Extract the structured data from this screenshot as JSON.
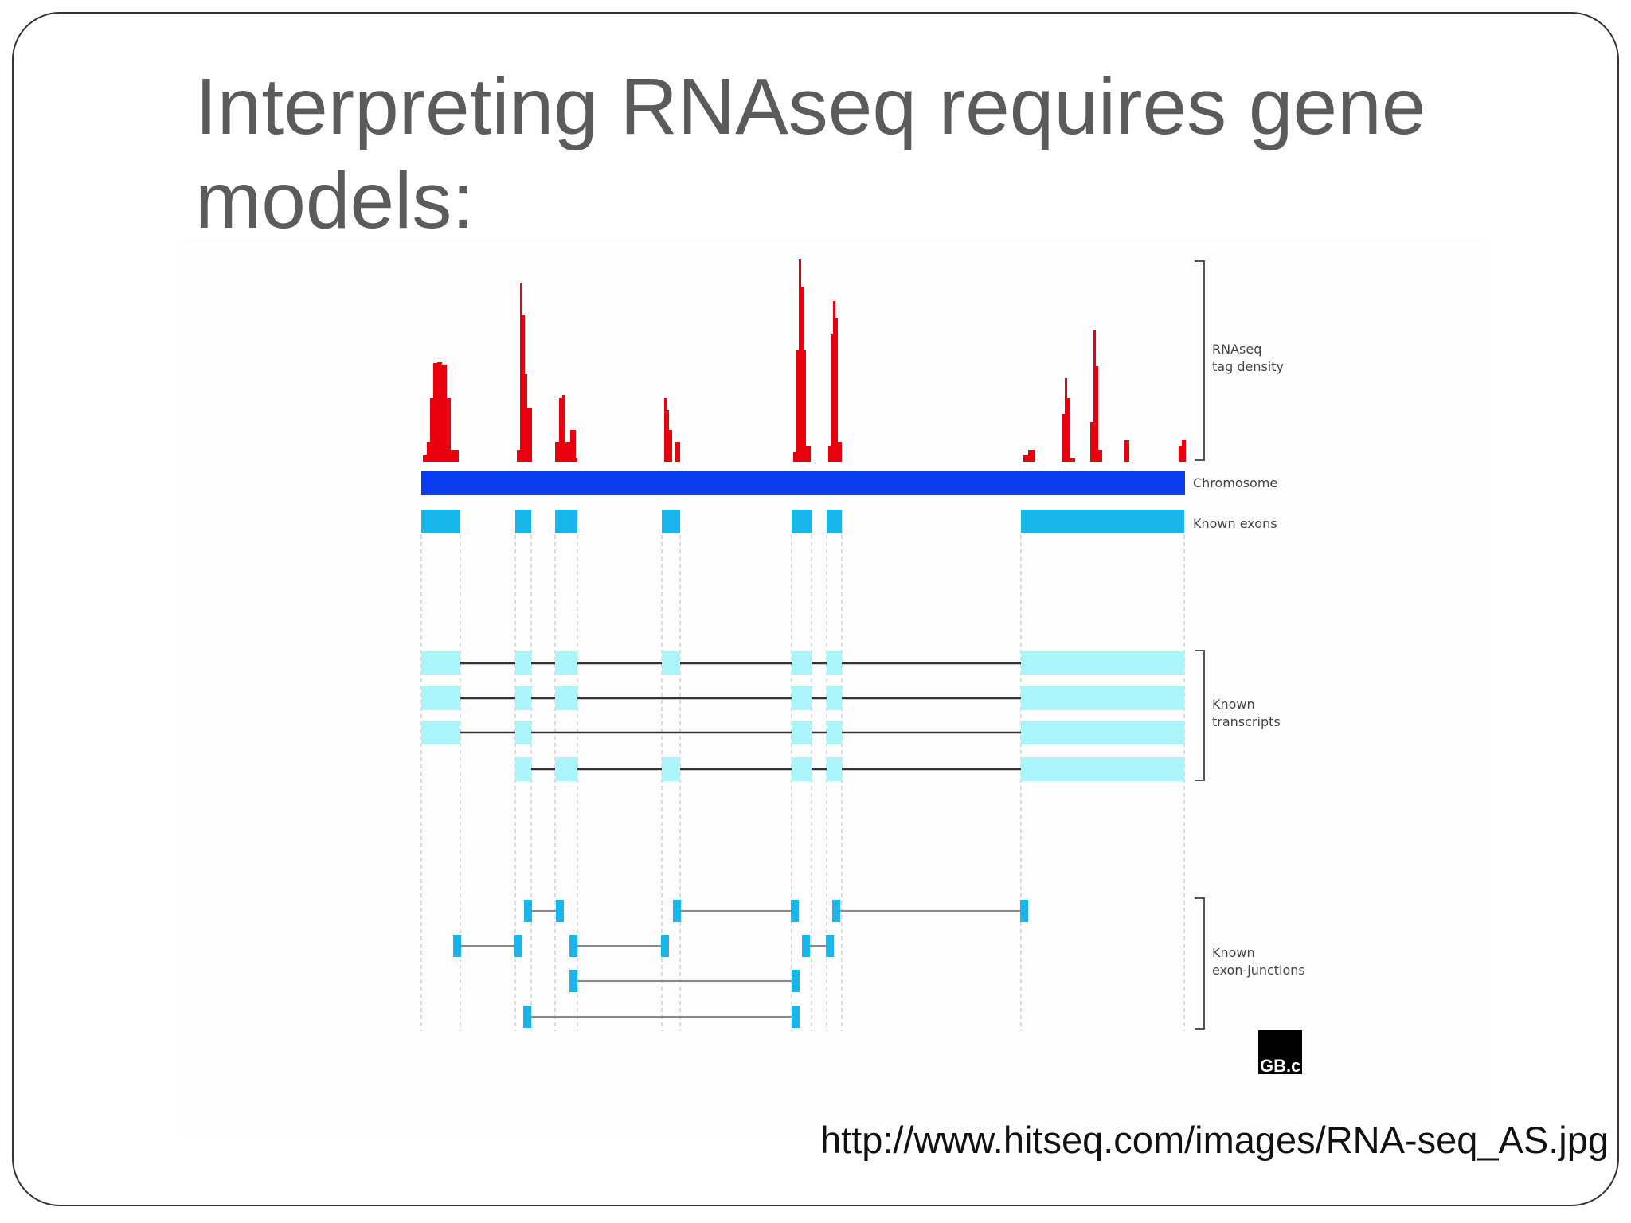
{
  "slide": {
    "title": "Interpreting RNAseq requires gene models:",
    "url": "http://www.hitseq.com/images/RNA-seq_AS.jpg"
  },
  "figure": {
    "labels": {
      "tag_density": [
        "RNAseq",
        "tag density"
      ],
      "chromosome": "Chromosome",
      "known_exons": "Known exons",
      "known_transcripts": [
        "Known",
        "transcripts"
      ],
      "known_junctions": [
        "Known",
        "exon-junctions"
      ]
    },
    "logo_text": "GB.c",
    "colors": {
      "density": "#e8000e",
      "chromosome": "#0a3cf0",
      "exon": "#18b6ea",
      "transcript_exon": "#aaf4fa",
      "intron_line": "#333333",
      "junction_line": "#888888",
      "guide_line": "#bbbbbb"
    }
  }
}
